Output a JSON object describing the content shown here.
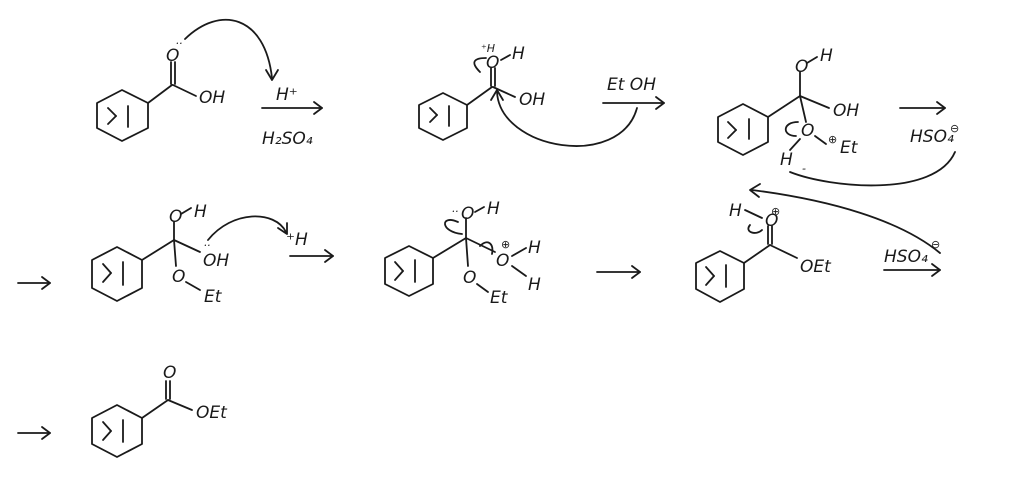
{
  "diagram": {
    "labels": {
      "oxygen": "O",
      "hydroxyl": "OH",
      "proton": "H⁺",
      "sulfuric_acid": "H₂SO₄",
      "hydrogen": "H",
      "ethanol": "Et OH",
      "ethyl": "Et",
      "ethoxy": "OEt",
      "bisulfate": "HSO₄",
      "protonated_h": "⁺H",
      "plus_charge": "⊕",
      "minus_charge": "⊖",
      "lone_pair": "..",
      "dash": "-",
      "arrow": "⟶"
    }
  }
}
